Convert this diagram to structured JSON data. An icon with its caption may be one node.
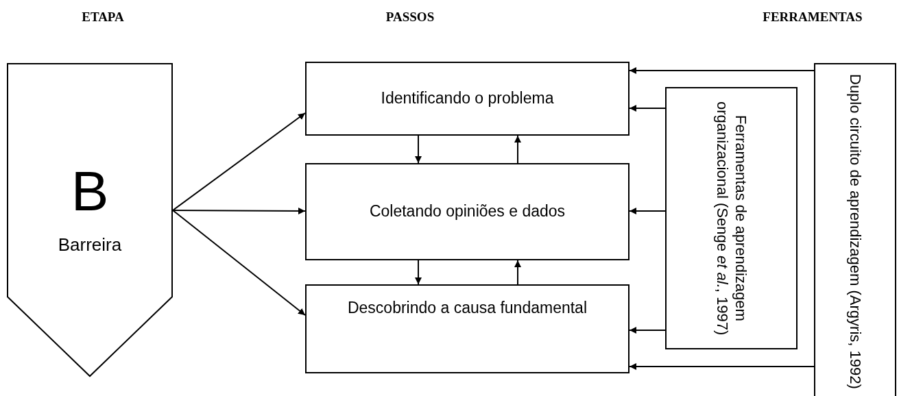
{
  "diagram": {
    "nodes": [
      {
        "text": [
          "B",
          "Barreira"
        ]
      },
      {
        "text": [
          "Identificando o problema"
        ]
      },
      {
        "text": [
          "Coletando opiniões e dados"
        ]
      },
      {
        "text": [
          "Descobrindo a causa fundamental"
        ]
      },
      {
        "text": [
          "Ferramentas de aprendizagem organizacional (Senge *et al.*, 1997)"
        ]
      },
      {
        "text": [
          "Duplo circuito de aprendizagem (Argyris, 1992)"
        ]
      }
    ],
    "edges": [
      {
        "from": 0,
        "to": 1,
        "arrow": "to"
      },
      {
        "from": 0,
        "to": 2,
        "arrow": "to"
      },
      {
        "from": 0,
        "to": 3,
        "arrow": "to"
      },
      {
        "from": 1,
        "to": 2,
        "arrow": "to"
      },
      {
        "from": 2,
        "to": 1,
        "arrow": "to"
      },
      {
        "from": 2,
        "to": 3,
        "arrow": "to"
      },
      {
        "from": 3,
        "to": 2,
        "arrow": "to"
      },
      {
        "from": 5,
        "to": 1,
        "arrow": "to"
      },
      {
        "from": 4,
        "to": 1,
        "arrow": "to"
      },
      {
        "from": 4,
        "to": 2,
        "arrow": "to"
      },
      {
        "from": 4,
        "to": 3,
        "arrow": "to"
      },
      {
        "from": 5,
        "to": 3,
        "arrow": "to"
      }
    ],
    "labels": [
      "ETAPA",
      "PASSOS",
      "FERRAMENTAS"
    ]
  }
}
